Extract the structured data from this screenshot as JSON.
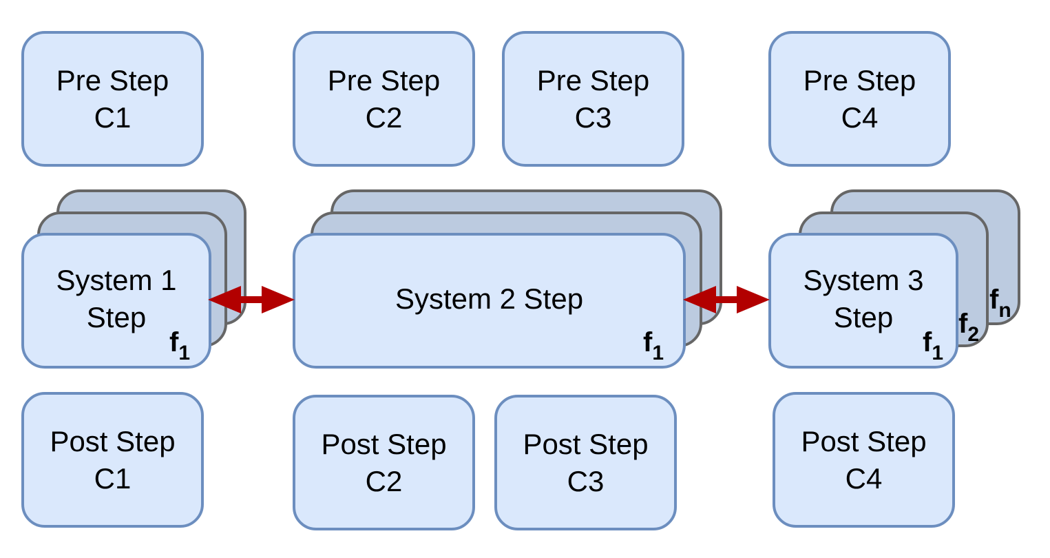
{
  "pre_steps": [
    {
      "line1": "Pre Step",
      "line2": "C1"
    },
    {
      "line1": "Pre Step",
      "line2": "C2"
    },
    {
      "line1": "Pre Step",
      "line2": "C3"
    },
    {
      "line1": "Pre Step",
      "line2": "C4"
    }
  ],
  "post_steps": [
    {
      "line1": "Post Step",
      "line2": "C1"
    },
    {
      "line1": "Post Step",
      "line2": "C2"
    },
    {
      "line1": "Post Step",
      "line2": "C3"
    },
    {
      "line1": "Post Step",
      "line2": "C4"
    }
  ],
  "systems": [
    {
      "line1": "System 1",
      "line2": "Step",
      "f_labels": [
        {
          "base": "f",
          "sub": "1"
        }
      ]
    },
    {
      "line1": "System 2 Step",
      "f_labels": [
        {
          "base": "f",
          "sub": "1"
        }
      ]
    },
    {
      "line1": "System 3",
      "line2": "Step",
      "f_labels": [
        {
          "base": "f",
          "sub": "1"
        },
        {
          "base": "f",
          "sub": "2"
        },
        {
          "base": "f",
          "sub": "n"
        }
      ]
    }
  ],
  "colors": {
    "box_fill": "#dae8fc",
    "box_border": "#6c8ebf",
    "stack_fill": "#bccbe0",
    "stack_border": "#666666",
    "arrow": "#b20000"
  }
}
